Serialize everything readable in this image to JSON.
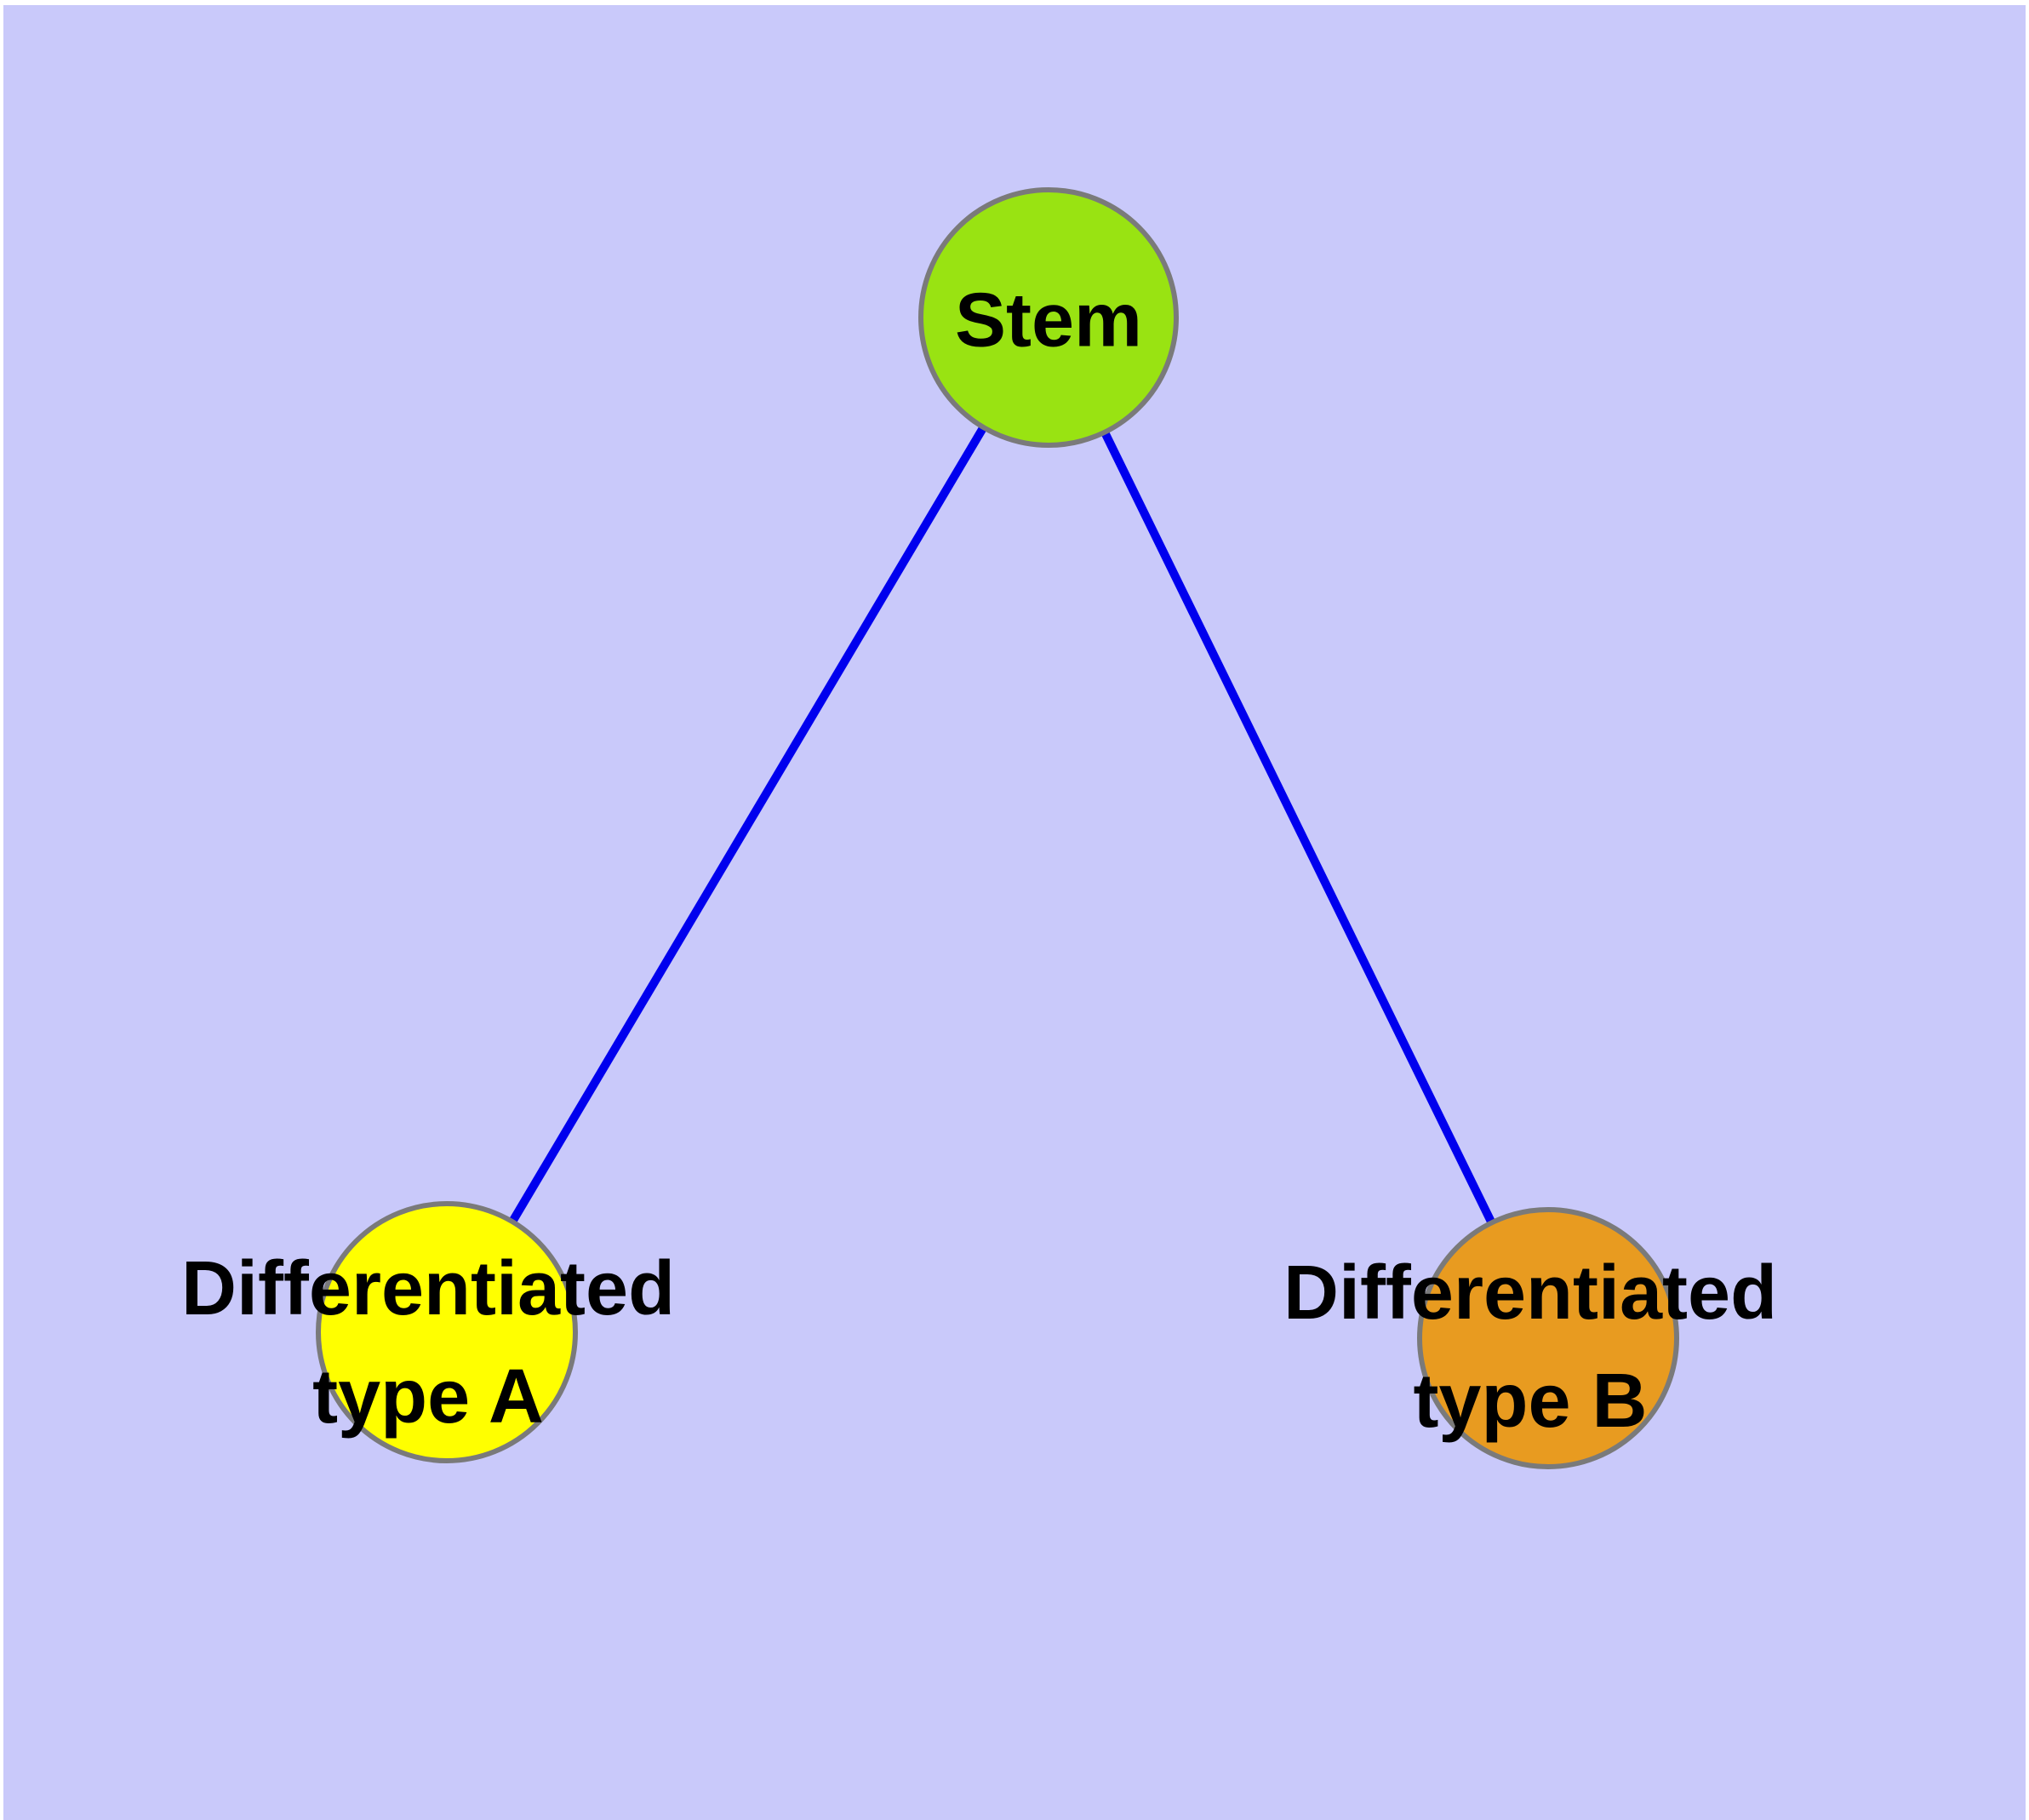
{
  "diagram": {
    "background_color": "#C9C9FA",
    "edge_color": "#0000EE",
    "node_border_color": "#7A7A7A",
    "label_color": "#000000",
    "nodes": [
      {
        "id": "stem",
        "label": "Stem",
        "color": "#99E312"
      },
      {
        "id": "type_a",
        "label": "Differentiated\ntype A",
        "color": "#FFFF00"
      },
      {
        "id": "type_b",
        "label": "Differentiated\ntype B",
        "color": "#E89B20"
      }
    ],
    "edges": [
      {
        "from": "stem",
        "to": "type_a"
      },
      {
        "from": "stem",
        "to": "type_b"
      }
    ]
  }
}
